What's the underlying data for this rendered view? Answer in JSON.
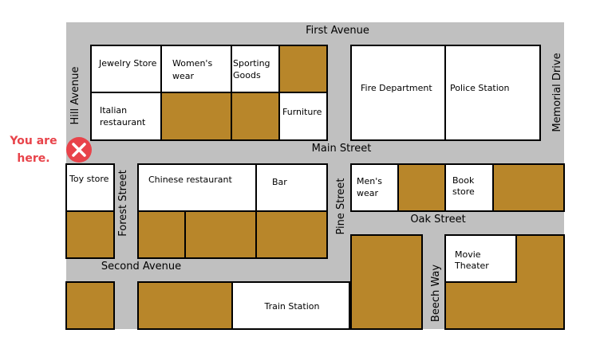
{
  "streets": {
    "first_avenue": "First Avenue",
    "main_street": "Main Street",
    "second_avenue": "Second Avenue",
    "oak_street": "Oak Street",
    "hill_avenue": "Hill Avenue",
    "forest_street": "Forest Street",
    "pine_street": "Pine Street",
    "beech_way": "Beech Way",
    "memorial_drive": "Memorial Drive"
  },
  "places": {
    "jewelry_store": "Jewelry Store",
    "womens_wear": [
      "Women's",
      "wear"
    ],
    "sporting_goods": [
      "Sporting",
      "Goods"
    ],
    "italian_restaurant": [
      "Italian",
      "restaurant"
    ],
    "furniture": "Furniture",
    "fire_department": "Fire Department",
    "police_station": "Police Station",
    "toy_store": "Toy store",
    "chinese_restaurant": "Chinese restaurant",
    "bar": "Bar",
    "mens_wear": [
      "Men's",
      "wear"
    ],
    "book_store": [
      "Book",
      "store"
    ],
    "movie_theater": [
      "Movie",
      "Theater"
    ],
    "train_station": "Train Station"
  },
  "you_are_here": [
    "You are",
    "here."
  ],
  "colors": {
    "road": "#c0c0c0",
    "empty_lot": "#b8862a",
    "building": "#ffffff",
    "marker": "#e8434a"
  },
  "icons": {
    "marker": "x-circle-icon"
  }
}
